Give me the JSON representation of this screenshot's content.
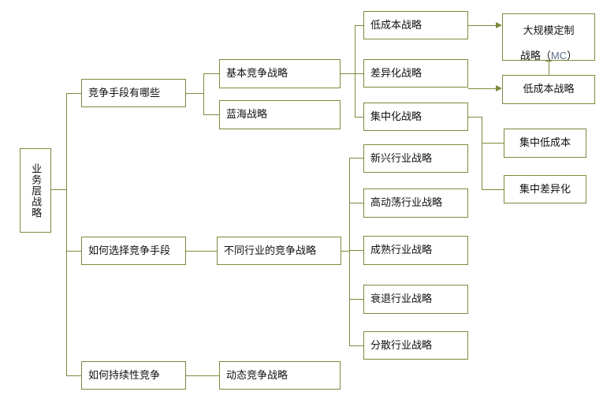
{
  "diagram": {
    "title": "业务层战略",
    "accent_color": "#7b8a3d",
    "text_color": "#111111",
    "mc_color": "#5a6e8c",
    "root": {
      "label": "业务层战略"
    },
    "level2": [
      {
        "label": "竞争手段有哪些"
      },
      {
        "label": "如何选择竞争手段"
      },
      {
        "label": "如何持续性竞争"
      }
    ],
    "level3": [
      {
        "label": "基本竞争战略"
      },
      {
        "label": "蓝海战略"
      },
      {
        "label": "不同行业的竞争战略"
      },
      {
        "label": "动态竞争战略"
      }
    ],
    "level4_basic": [
      {
        "label": "低成本战略"
      },
      {
        "label": "差异化战略"
      },
      {
        "label": "集中化战略"
      }
    ],
    "level4_industry": [
      {
        "label": "新兴行业战略"
      },
      {
        "label": "高动荡行业战略"
      },
      {
        "label": "成熟行业战略"
      },
      {
        "label": "衰退行业战略"
      },
      {
        "label": "分散行业战略"
      }
    ],
    "level5": [
      {
        "label": "大规模定制战略（MC）",
        "line1": "大规模定制",
        "line2_pre": "战略（",
        "line2_mc": "MC",
        "line2_post": "）"
      },
      {
        "label": "低成本战略"
      },
      {
        "label": "集中低成本"
      },
      {
        "label": "集中差异化"
      }
    ]
  }
}
